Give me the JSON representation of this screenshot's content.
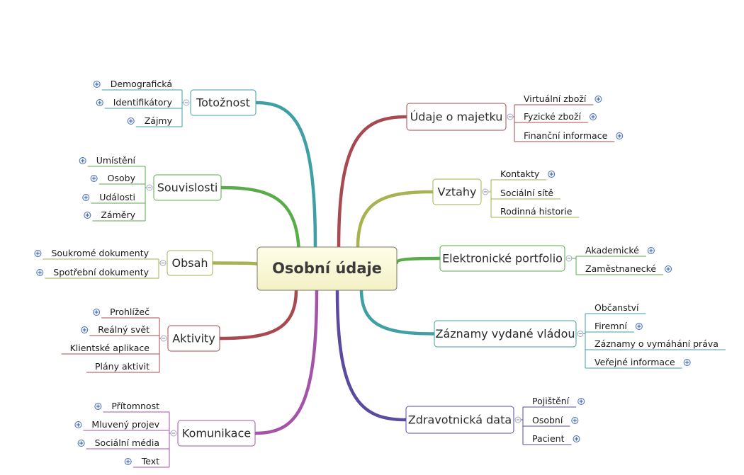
{
  "central": {
    "label": "Osobní údaje"
  },
  "colors": {
    "teal": "#3f9fa6",
    "green": "#5aab4a",
    "olive": "#a8b24e",
    "red": "#a8494f",
    "purple": "#a453a8",
    "indigo": "#5b4a9e",
    "central_fill_top": "#fefee8",
    "central_fill_bottom": "#f6f4cf",
    "expand_icon": "#4a6fb0"
  },
  "branches": [
    {
      "id": "totoznost",
      "label": "Totožnost",
      "color": "teal",
      "side": "left",
      "children": [
        {
          "label": "Demografická",
          "expand": true
        },
        {
          "label": "Identifikátory",
          "expand": true
        },
        {
          "label": "Zájmy",
          "expand": true
        }
      ]
    },
    {
      "id": "souvislosti",
      "label": "Souvislosti",
      "color": "green",
      "side": "left",
      "children": [
        {
          "label": "Umístění",
          "expand": true
        },
        {
          "label": "Osoby",
          "expand": true
        },
        {
          "label": "Události",
          "expand": true
        },
        {
          "label": "Záměry",
          "expand": true
        }
      ]
    },
    {
      "id": "obsah",
      "label": "Obsah",
      "color": "olive",
      "side": "left",
      "children": [
        {
          "label": "Soukromé dokumenty",
          "expand": true
        },
        {
          "label": "Spotřební dokumenty",
          "expand": true
        }
      ]
    },
    {
      "id": "aktivity",
      "label": "Aktivity",
      "color": "red",
      "side": "left",
      "children": [
        {
          "label": "Prohlížeč",
          "expand": true
        },
        {
          "label": "Reálný svět",
          "expand": true
        },
        {
          "label": "Klientské aplikace",
          "expand": false
        },
        {
          "label": "Plány aktivit",
          "expand": false
        }
      ]
    },
    {
      "id": "komunikace",
      "label": "Komunikace",
      "color": "purple",
      "side": "left",
      "children": [
        {
          "label": "Přítomnost",
          "expand": true
        },
        {
          "label": "Mluvený projev",
          "expand": true
        },
        {
          "label": "Sociální média",
          "expand": true
        },
        {
          "label": "Text",
          "expand": true
        }
      ]
    },
    {
      "id": "majetek",
      "label": "Údaje o majetku",
      "color": "red",
      "side": "right",
      "children": [
        {
          "label": "Virtuální zboží",
          "expand": true
        },
        {
          "label": "Fyzické zboží",
          "expand": true
        },
        {
          "label": "Finanční informace",
          "expand": true
        }
      ]
    },
    {
      "id": "vztahy",
      "label": "Vztahy",
      "color": "olive",
      "side": "right",
      "children": [
        {
          "label": "Kontakty",
          "expand": true
        },
        {
          "label": "Sociální sítě",
          "expand": false
        },
        {
          "label": "Rodinná historie",
          "expand": false
        }
      ]
    },
    {
      "id": "portfolio",
      "label": "Elektronické portfolio",
      "color": "green",
      "side": "right",
      "children": [
        {
          "label": "Akademické",
          "expand": true
        },
        {
          "label": "Zaměstnanecké",
          "expand": true
        }
      ]
    },
    {
      "id": "zaznamy",
      "label": "Záznamy vydané vládou",
      "color": "teal",
      "side": "right",
      "children": [
        {
          "label": "Občanství",
          "expand": false
        },
        {
          "label": "Firemní",
          "expand": true
        },
        {
          "label": "Záznamy o vymáhání práva",
          "expand": false
        },
        {
          "label": "Veřejné informace",
          "expand": true
        }
      ]
    },
    {
      "id": "zdravotnicka",
      "label": "Zdravotnická data",
      "color": "indigo",
      "side": "right",
      "children": [
        {
          "label": "Pojištění",
          "expand": true
        },
        {
          "label": "Osobní",
          "expand": true
        },
        {
          "label": "Pacient",
          "expand": true
        }
      ]
    }
  ]
}
